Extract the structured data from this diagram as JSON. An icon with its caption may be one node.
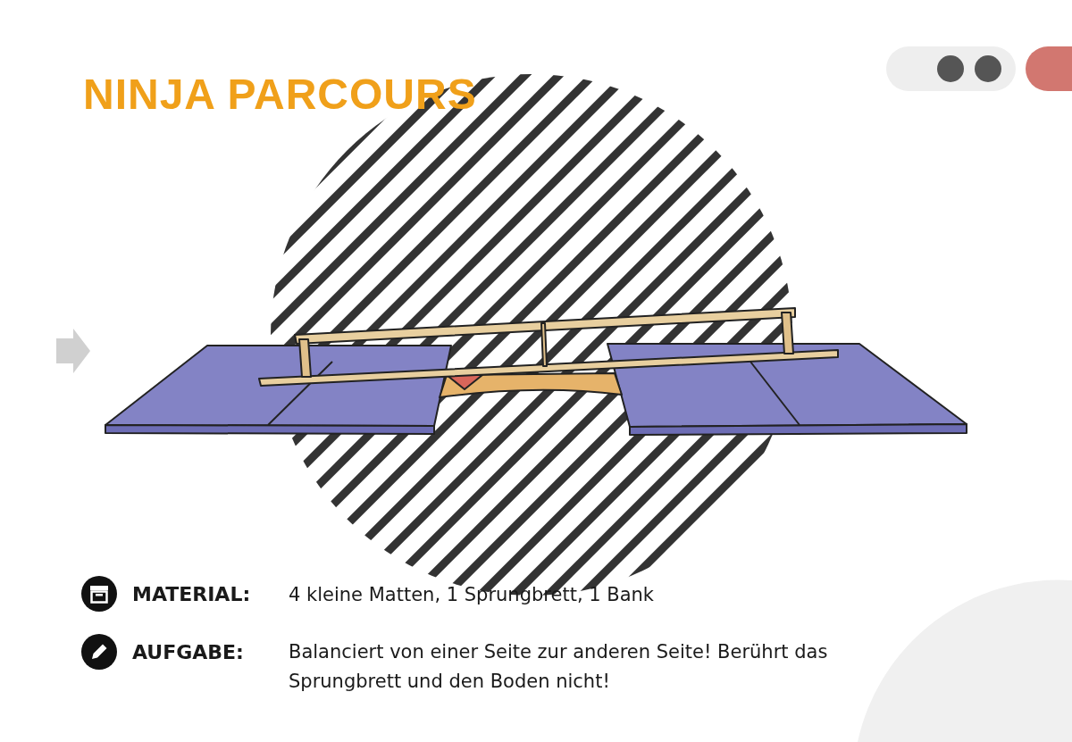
{
  "diagram": {
    "title": "NINJA PARCOURS",
    "labels": [
      "MATERIAL:",
      "4 kleine Matten, 1 Sprungbrett, 1 Bank",
      "AUFGABE:",
      "Balanciert von einer Seite zur anderen Seite! Berührt das Sprungbrett und den Boden nicht!"
    ]
  }
}
